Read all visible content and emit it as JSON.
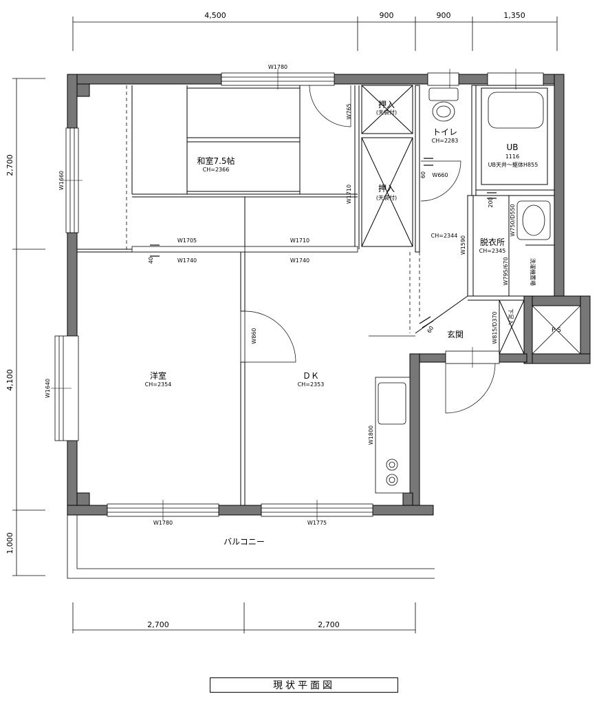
{
  "dimensions": {
    "top": [
      "4,500",
      "900",
      "900",
      "1,350"
    ],
    "left": [
      "2,700",
      "4,100",
      "1,000"
    ],
    "bottom": [
      "2,700",
      "2,700"
    ]
  },
  "rooms": {
    "washitsu": {
      "name": "和室7.5帖",
      "ch": "CH=2366"
    },
    "oshiire1": {
      "name": "押入",
      "sub": "(天袋付)"
    },
    "oshiire2": {
      "name": "押入",
      "sub": "(天袋付)"
    },
    "toilet": {
      "name": "トイレ",
      "ch": "CH=2283"
    },
    "ub": {
      "name": "UB",
      "size": "1116",
      "note": "UB天井～躯体H855"
    },
    "datsuijo": {
      "name": "脱衣所",
      "ch": "CH=2345"
    },
    "hall_ch": "CH=2344",
    "genkan": {
      "name": "玄関"
    },
    "shitabako": "下足入",
    "ps": "P S",
    "yoshitsu": {
      "name": "洋室",
      "ch": "CH=2354"
    },
    "dk": {
      "name": "ＤＫ",
      "ch": "CH=2353"
    },
    "balcony": "バルコニー",
    "laundry": "洗濯機置場"
  },
  "widths": {
    "w1780_top": "W1780",
    "w765": "W765",
    "w1710_v": "W1710",
    "w1660": "W1660",
    "w1705": "W1705",
    "w1710": "W1710",
    "w1740a": "W1740",
    "w1740b": "W1740",
    "n40": "40",
    "w660": "W660",
    "n60a": "60",
    "n200": "200",
    "w750": "W750/D550",
    "w1590": "W1590",
    "w795": "W795/670",
    "w815": "W815/D370",
    "n60b": "60",
    "w860": "W860",
    "w1640": "W1640",
    "w1800": "W1800",
    "w1780_bottom": "W1780",
    "w1775": "W1775"
  },
  "title": "現状平面図"
}
